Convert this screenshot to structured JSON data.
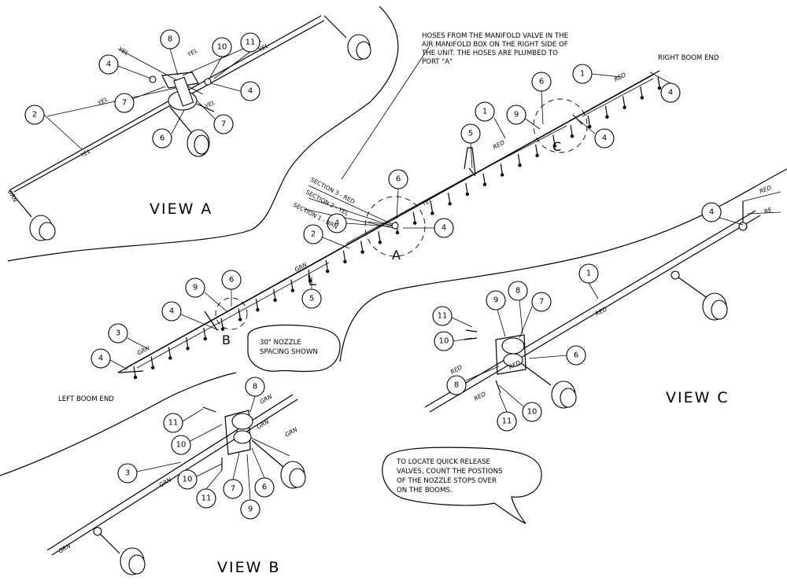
{
  "views": {
    "a": "VIEW A",
    "b": "VIEW B",
    "c": "VIEW C"
  },
  "detail_letters": {
    "a": "A",
    "b": "B",
    "c": "C"
  },
  "ends": {
    "right": "RIGHT BOOM END",
    "left": "LEFT BOOM END"
  },
  "notes": {
    "manifold": [
      "HOSES FROM THE MANIFOLD VALVE IN THE",
      "AIR MANIFOLD BOX ON THE RIGHT SIDE OF",
      "THE UNIT. THE HOSES ARE PLUMBED TO",
      "PORT \"A\""
    ],
    "spacing": [
      "30\" NOZZLE",
      "SPACING SHOWN"
    ],
    "quick_release": [
      "TO LOCATE QUICK RELEASE",
      "VALVES, COUNT THE POSTIONS",
      "OF THE NOZZLE STOPS OVER",
      "ON THE BOOMS."
    ]
  },
  "sections": {
    "s3": "SECTION 3 - RED",
    "s2": "SECTION 2 - YEL",
    "s1": "SECTION 1 - BRN"
  },
  "hose_colors": {
    "yel": "YEL",
    "red": "RED",
    "re": "RE",
    "grn": "GRN",
    "brn": "BRN"
  },
  "callouts": {
    "view_a": [
      "8",
      "10",
      "11",
      "4",
      "4",
      "2",
      "7",
      "7",
      "6"
    ],
    "main": [
      "1",
      "1",
      "4",
      "6",
      "9",
      "4",
      "5",
      "6",
      "4",
      "4",
      "2",
      "9",
      "6",
      "5",
      "4",
      "3",
      "4"
    ],
    "view_c": [
      "4",
      "1",
      "11",
      "9",
      "8",
      "7",
      "10",
      "6",
      "8",
      "10",
      "11"
    ],
    "view_b": [
      "8",
      "11",
      "10",
      "3",
      "10",
      "11",
      "7",
      "6",
      "9"
    ]
  },
  "colors": {
    "ink": "#000000",
    "paper": "#ffffff"
  }
}
